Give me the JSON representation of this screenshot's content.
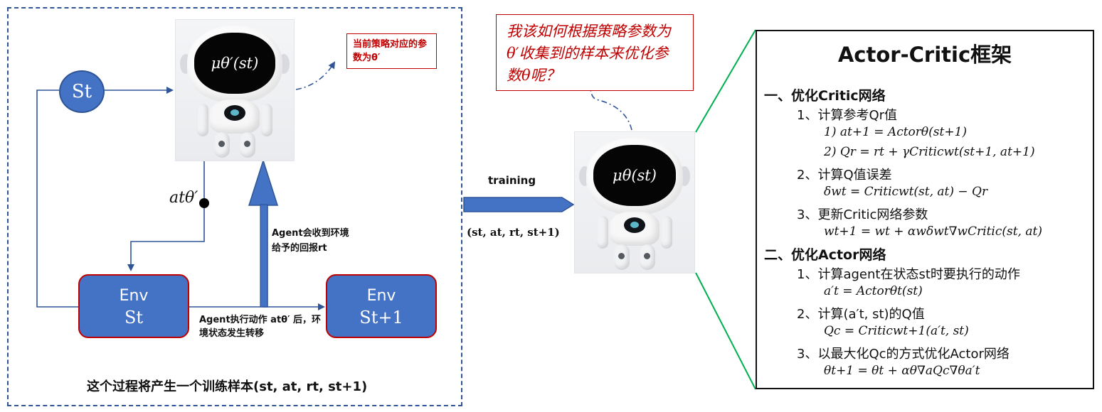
{
  "left_panel": {
    "robot_label": "μθ′(st)",
    "state_circle": "St",
    "callout": "当前策略对应的参数为θ′",
    "action_label": "atθ′",
    "reward_note": "Agent会收到环境给予的回报rt",
    "transition_note": "Agent执行动作 atθ′ 后，环境状态发生转移",
    "env_left": {
      "title": "Env",
      "state": "St"
    },
    "env_right": {
      "title": "Env",
      "state": "St+1"
    },
    "sample_caption": "这个过程将产生一个训练样本(st, at, rt, st+1)"
  },
  "middle": {
    "question": "我该如何根据策略参数为θ′收集到的样本来优化参数θ呢？",
    "arrow_label": "training",
    "tuple_label": "(st, at, rt, st+1)",
    "robot_label": "μθ(st)"
  },
  "right_panel": {
    "title": "Actor-Critic框架",
    "lines": [
      "一、优化Critic网络",
      "1、计算参考Qr值",
      "1) at+1 = Actorθ(st+1)",
      "2) Qr = rt + γCriticwt(st+1, at+1)",
      "2、计算Q值误差",
      "δwt = Criticwt(st, at) − Qr",
      "3、更新Critic网络参数",
      "wt+1 = wt + αwδwt∇wCritic(st, at)",
      "二、优化Actor网络",
      "1、计算agent在状态st时要执行的动作",
      "a′t = Actorθt(st)",
      "2、计算(a′t, st)的Q值",
      "Qc = Criticwt+1(a′t, st)",
      "3、以最大化Qc的方式优化Actor网络",
      "θt+1 = θt + αθ∇aQc∇θa′t"
    ]
  },
  "colors": {
    "frame_blue": "#2f5597",
    "fill_blue": "#4472c4",
    "red": "#c00000",
    "green": "#00b050"
  }
}
